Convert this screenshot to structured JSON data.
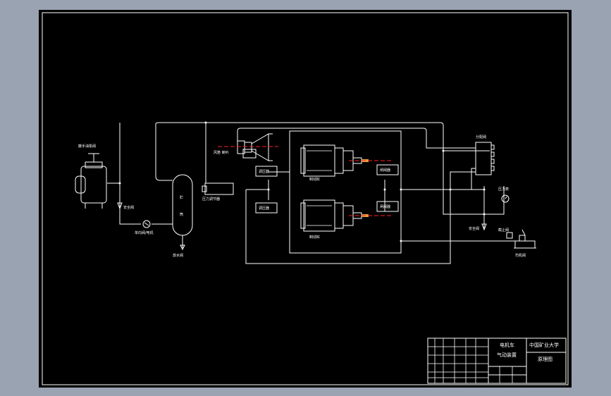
{
  "colors": {
    "background": "#000000",
    "line": "#ffffff",
    "centerline": "#ff2020",
    "page": "#9aa3b2",
    "nozzle": "#e8a040"
  },
  "labels": {
    "hand_valve": "撒手油泵阀",
    "safety_valve": "安全阀",
    "check_valve_motor": "单向阀/电机",
    "tank_top": "贮",
    "tank_bottom": "筒",
    "drain_valve": "放水阀",
    "horn": "风笛 喇叭",
    "pressure_switch": "压力调节器",
    "regulator_top": "调压器",
    "regulator_bottom": "调压器",
    "cylinder_top": "制动缸",
    "cylinder_bottom": "制动缸",
    "valve_right_top": "闸阀器",
    "valve_right_bottom": "闸阀器",
    "manifold": "分配阀",
    "gauge": "压力表",
    "safety_valve2": "安全阀",
    "stop_valve": "截止阀",
    "driver_valve": "司机阀"
  },
  "title_block": {
    "name_line1": "电机车",
    "name_line2": "气动装置",
    "school": "中国矿业大学",
    "drawing_type": "原理图"
  }
}
